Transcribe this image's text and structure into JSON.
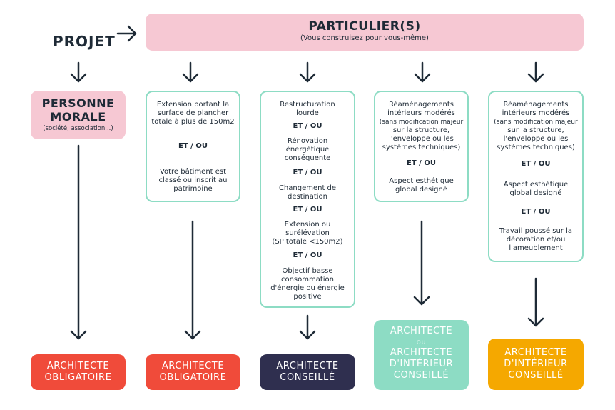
{
  "projet_label": "PROJET",
  "particulier": {
    "title": "PARTICULIER(S)",
    "subtitle": "(Vous construisez pour vous-même)"
  },
  "personne_morale": {
    "line1": "PERSONNE",
    "line2": "MORALE",
    "line3": "(société, association...)"
  },
  "criteria": [
    {
      "lines": [
        "Extension portant la",
        "surface de plancher",
        "totale à plus de 150m2",
        "",
        "ET / OU",
        "",
        "Votre bâtiment est",
        "classé ou inscrit au",
        "patrimoine"
      ]
    },
    {
      "lines": [
        "Restructuration",
        "lourde",
        "ET / OU",
        "Rénovation",
        "énergétique",
        "conséquente",
        "ET / OU",
        "Changement de",
        "destination",
        "ET / OU",
        "Extension ou",
        "surélévation",
        "(SP totale <150m2)",
        "ET / OU",
        "Objectif basse",
        "consommation",
        "d'énergie ou énergie",
        "positive"
      ]
    },
    {
      "lines": [
        "Réaménagements",
        "intérieurs modérés",
        "(sans modification majeur",
        "sur la structure,",
        "l'enveloppe ou les",
        "systèmes techniques)",
        "ET / OU",
        "Aspect esthétique",
        "global designé"
      ]
    },
    {
      "lines": [
        "Réaménagements",
        "intérieurs modérés",
        "(sans modification majeur",
        "sur la structure,",
        "l'enveloppe ou les",
        "systèmes techniques)",
        "ET / OU",
        "Aspect esthétique",
        "global designé",
        "ET / OU",
        "Travail poussé sur la",
        "décoration et/ou",
        "l'ameublement"
      ]
    }
  ],
  "results": [
    {
      "lines": [
        "ARCHITECTE",
        "OBLIGATOIRE"
      ],
      "color": "#f04b3a"
    },
    {
      "lines": [
        "ARCHITECTE",
        "OBLIGATOIRE"
      ],
      "color": "#f04b3a"
    },
    {
      "lines": [
        "ARCHITECTE",
        "CONSEILLÉ"
      ],
      "color": "#2f2f4f"
    },
    {
      "lines": [
        "ARCHITECTE",
        "ou",
        "ARCHITECTE",
        "D'INTÉRIEUR",
        "CONSEILLÉ"
      ],
      "color": "#8ddcc4"
    },
    {
      "lines": [
        "ARCHITECTE",
        "D'INTÉRIEUR",
        "CONSEILLÉ"
      ],
      "color": "#f5a800"
    }
  ],
  "colors": {
    "pink": "#f6c8d3",
    "mint_border": "#8ddcc4",
    "dark_text": "#1e2a36"
  }
}
